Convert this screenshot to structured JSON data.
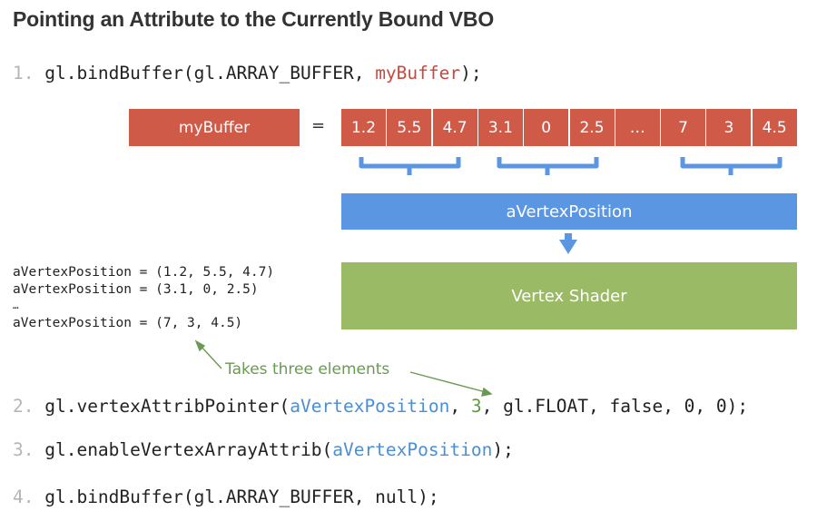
{
  "title": "Pointing an Attribute to the Currently Bound VBO",
  "steps": [
    {
      "num": "1.",
      "pre": "gl.bindBuffer(gl.ARRAY_BUFFER, ",
      "arg": "myBuffer",
      "post": ");"
    },
    {
      "num": "2.",
      "pre": "gl.vertexAttribPointer(",
      "arg": "aVertexPosition",
      "mid": ", ",
      "size": "3",
      "post": ", gl.FLOAT, false, 0, 0);"
    },
    {
      "num": "3.",
      "pre": "gl.enableVertexArrayAttrib(",
      "arg": "aVertexPosition",
      "post": ");"
    },
    {
      "num": "4.",
      "pre": "gl.bindBuffer(gl.ARRAY_BUFFER, null);"
    }
  ],
  "buffer": {
    "label": "myBuffer",
    "equals": "=",
    "cells": [
      "1.2",
      "5.5",
      "4.7",
      "3.1",
      "0",
      "2.5",
      "…",
      "7",
      "3",
      "4.5"
    ]
  },
  "attribute_box": "aVertexPosition",
  "shader_box": "Vertex Shader",
  "assignments": [
    "aVertexPosition = (1.2, 5.5, 4.7)",
    "aVertexPosition = (3.1, 0, 2.5)",
    "…",
    "aVertexPosition = (7, 3, 4.5)"
  ],
  "annotation": "Takes three elements",
  "colors": {
    "red": "#d05a48",
    "blue": "#5b96e3",
    "green": "#9bba65",
    "annotation": "#6a9a52"
  }
}
